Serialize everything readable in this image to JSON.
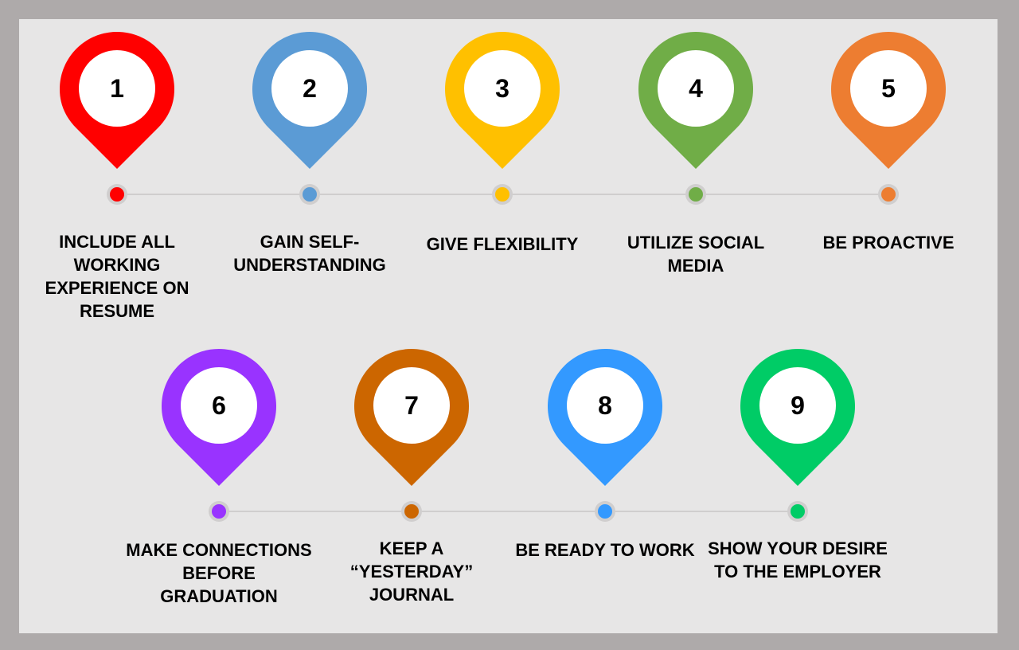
{
  "colors": {
    "frame": "#aeaaaa",
    "background": "#e7e6e6",
    "connector": "#d0cece"
  },
  "steps": [
    {
      "number": "1",
      "label": "INCLUDE ALL WORKING EXPERIENCE ON RESUME",
      "color": "#ff0000"
    },
    {
      "number": "2",
      "label": "GAIN SELF-UNDERSTANDING",
      "color": "#5b9bd5"
    },
    {
      "number": "3",
      "label": "GIVE FLEXIBILITY",
      "color": "#ffc000"
    },
    {
      "number": "4",
      "label": "UTILIZE SOCIAL MEDIA",
      "color": "#70ad47"
    },
    {
      "number": "5",
      "label": "BE PROACTIVE",
      "color": "#ed7d31"
    },
    {
      "number": "6",
      "label": "MAKE CONNECTIONS BEFORE GRADUATION",
      "color": "#9933ff"
    },
    {
      "number": "7",
      "label": "KEEP A “YESTERDAY” JOURNAL",
      "color": "#cc6600"
    },
    {
      "number": "8",
      "label": "BE READY TO WORK",
      "color": "#3399ff"
    },
    {
      "number": "9",
      "label": "SHOW YOUR DESIRE TO THE EMPLOYER",
      "color": "#00cc66"
    }
  ]
}
